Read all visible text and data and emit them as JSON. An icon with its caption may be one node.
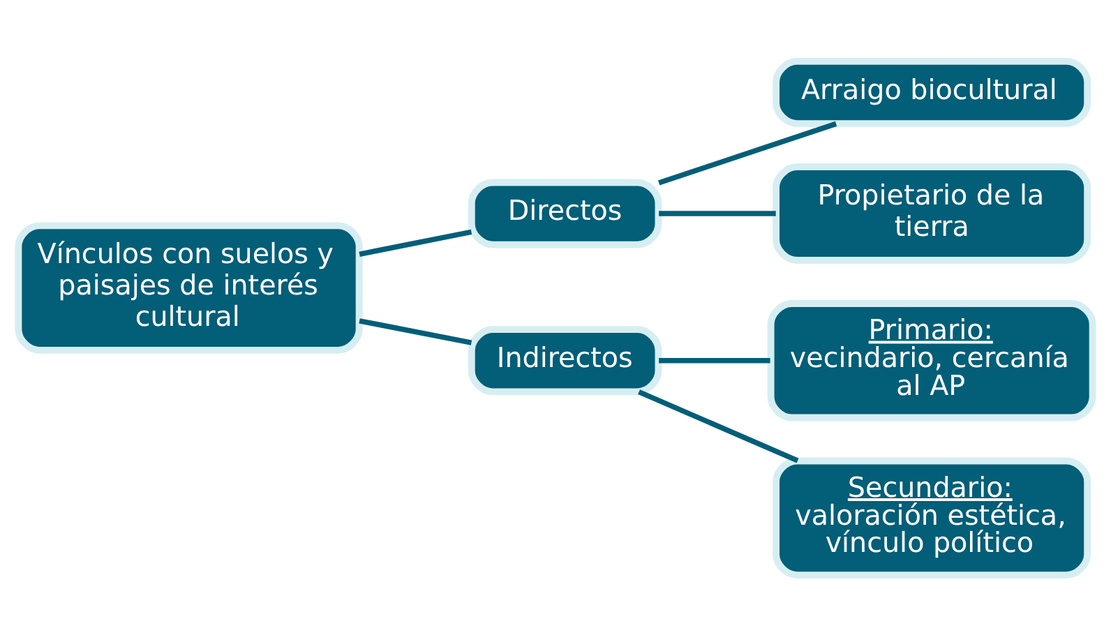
{
  "diagram": {
    "nodes": [
      {
        "text": [
          "Vínculos con suelos y paisajes de interés cultural"
        ]
      },
      {
        "text": [
          "Directos"
        ]
      },
      {
        "text": [
          "Indirectos"
        ]
      },
      {
        "text": [
          "Arraigo biocultural"
        ]
      },
      {
        "text": [
          "Propietario de la tierra"
        ]
      },
      {
        "text": [
          "Primario:",
          "vecindario, cercanía al AP"
        ]
      },
      {
        "text": [
          "Secundario:",
          "valoración estética, vínculo político"
        ]
      }
    ],
    "edges": [
      {
        "from": 0,
        "to": 1,
        "arrow": "none"
      },
      {
        "from": 0,
        "to": 2,
        "arrow": "none"
      },
      {
        "from": 1,
        "to": 3,
        "arrow": "none"
      },
      {
        "from": 1,
        "to": 4,
        "arrow": "none"
      },
      {
        "from": 2,
        "to": 5,
        "arrow": "none"
      },
      {
        "from": 2,
        "to": 6,
        "arrow": "none"
      }
    ]
  }
}
